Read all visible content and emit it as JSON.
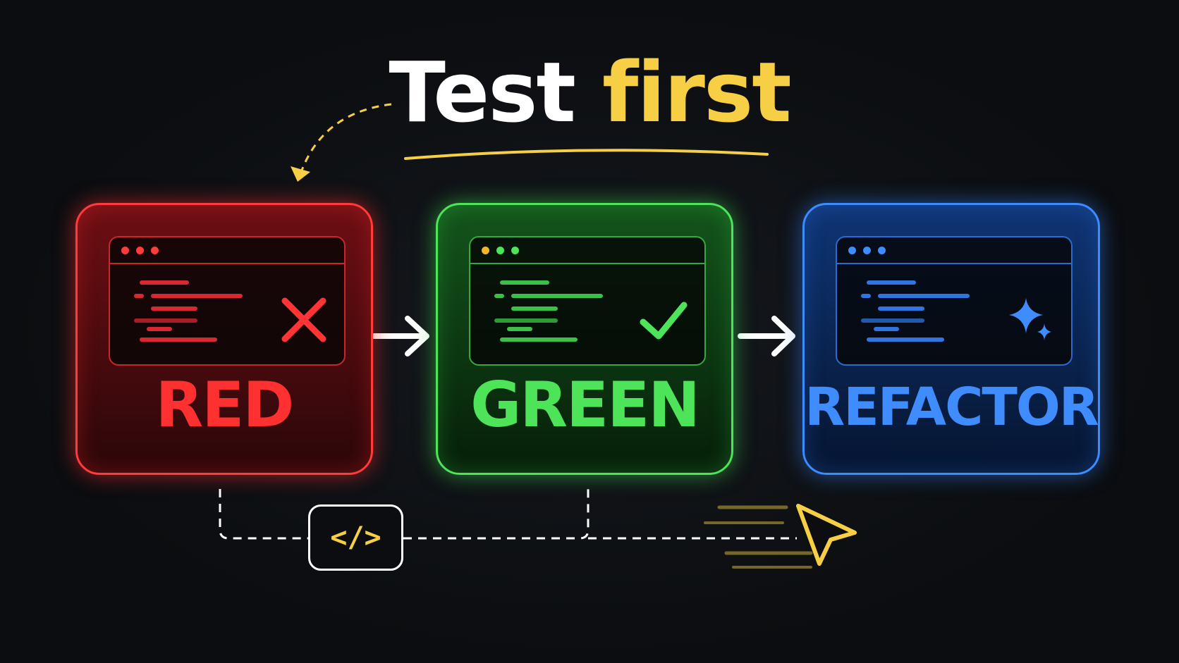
{
  "title": {
    "part1": "Test",
    "part2": "first"
  },
  "cards": [
    {
      "label": "RED",
      "status_icon": "x-icon",
      "color": "#ff3030"
    },
    {
      "label": "GREEN",
      "status_icon": "check-icon",
      "color": "#4ee45a"
    },
    {
      "label": "REFACTOR",
      "status_icon": "sparkle-icon",
      "color": "#3f8cff"
    }
  ],
  "code_icon": "</>",
  "accent_color": "#f7cf45"
}
